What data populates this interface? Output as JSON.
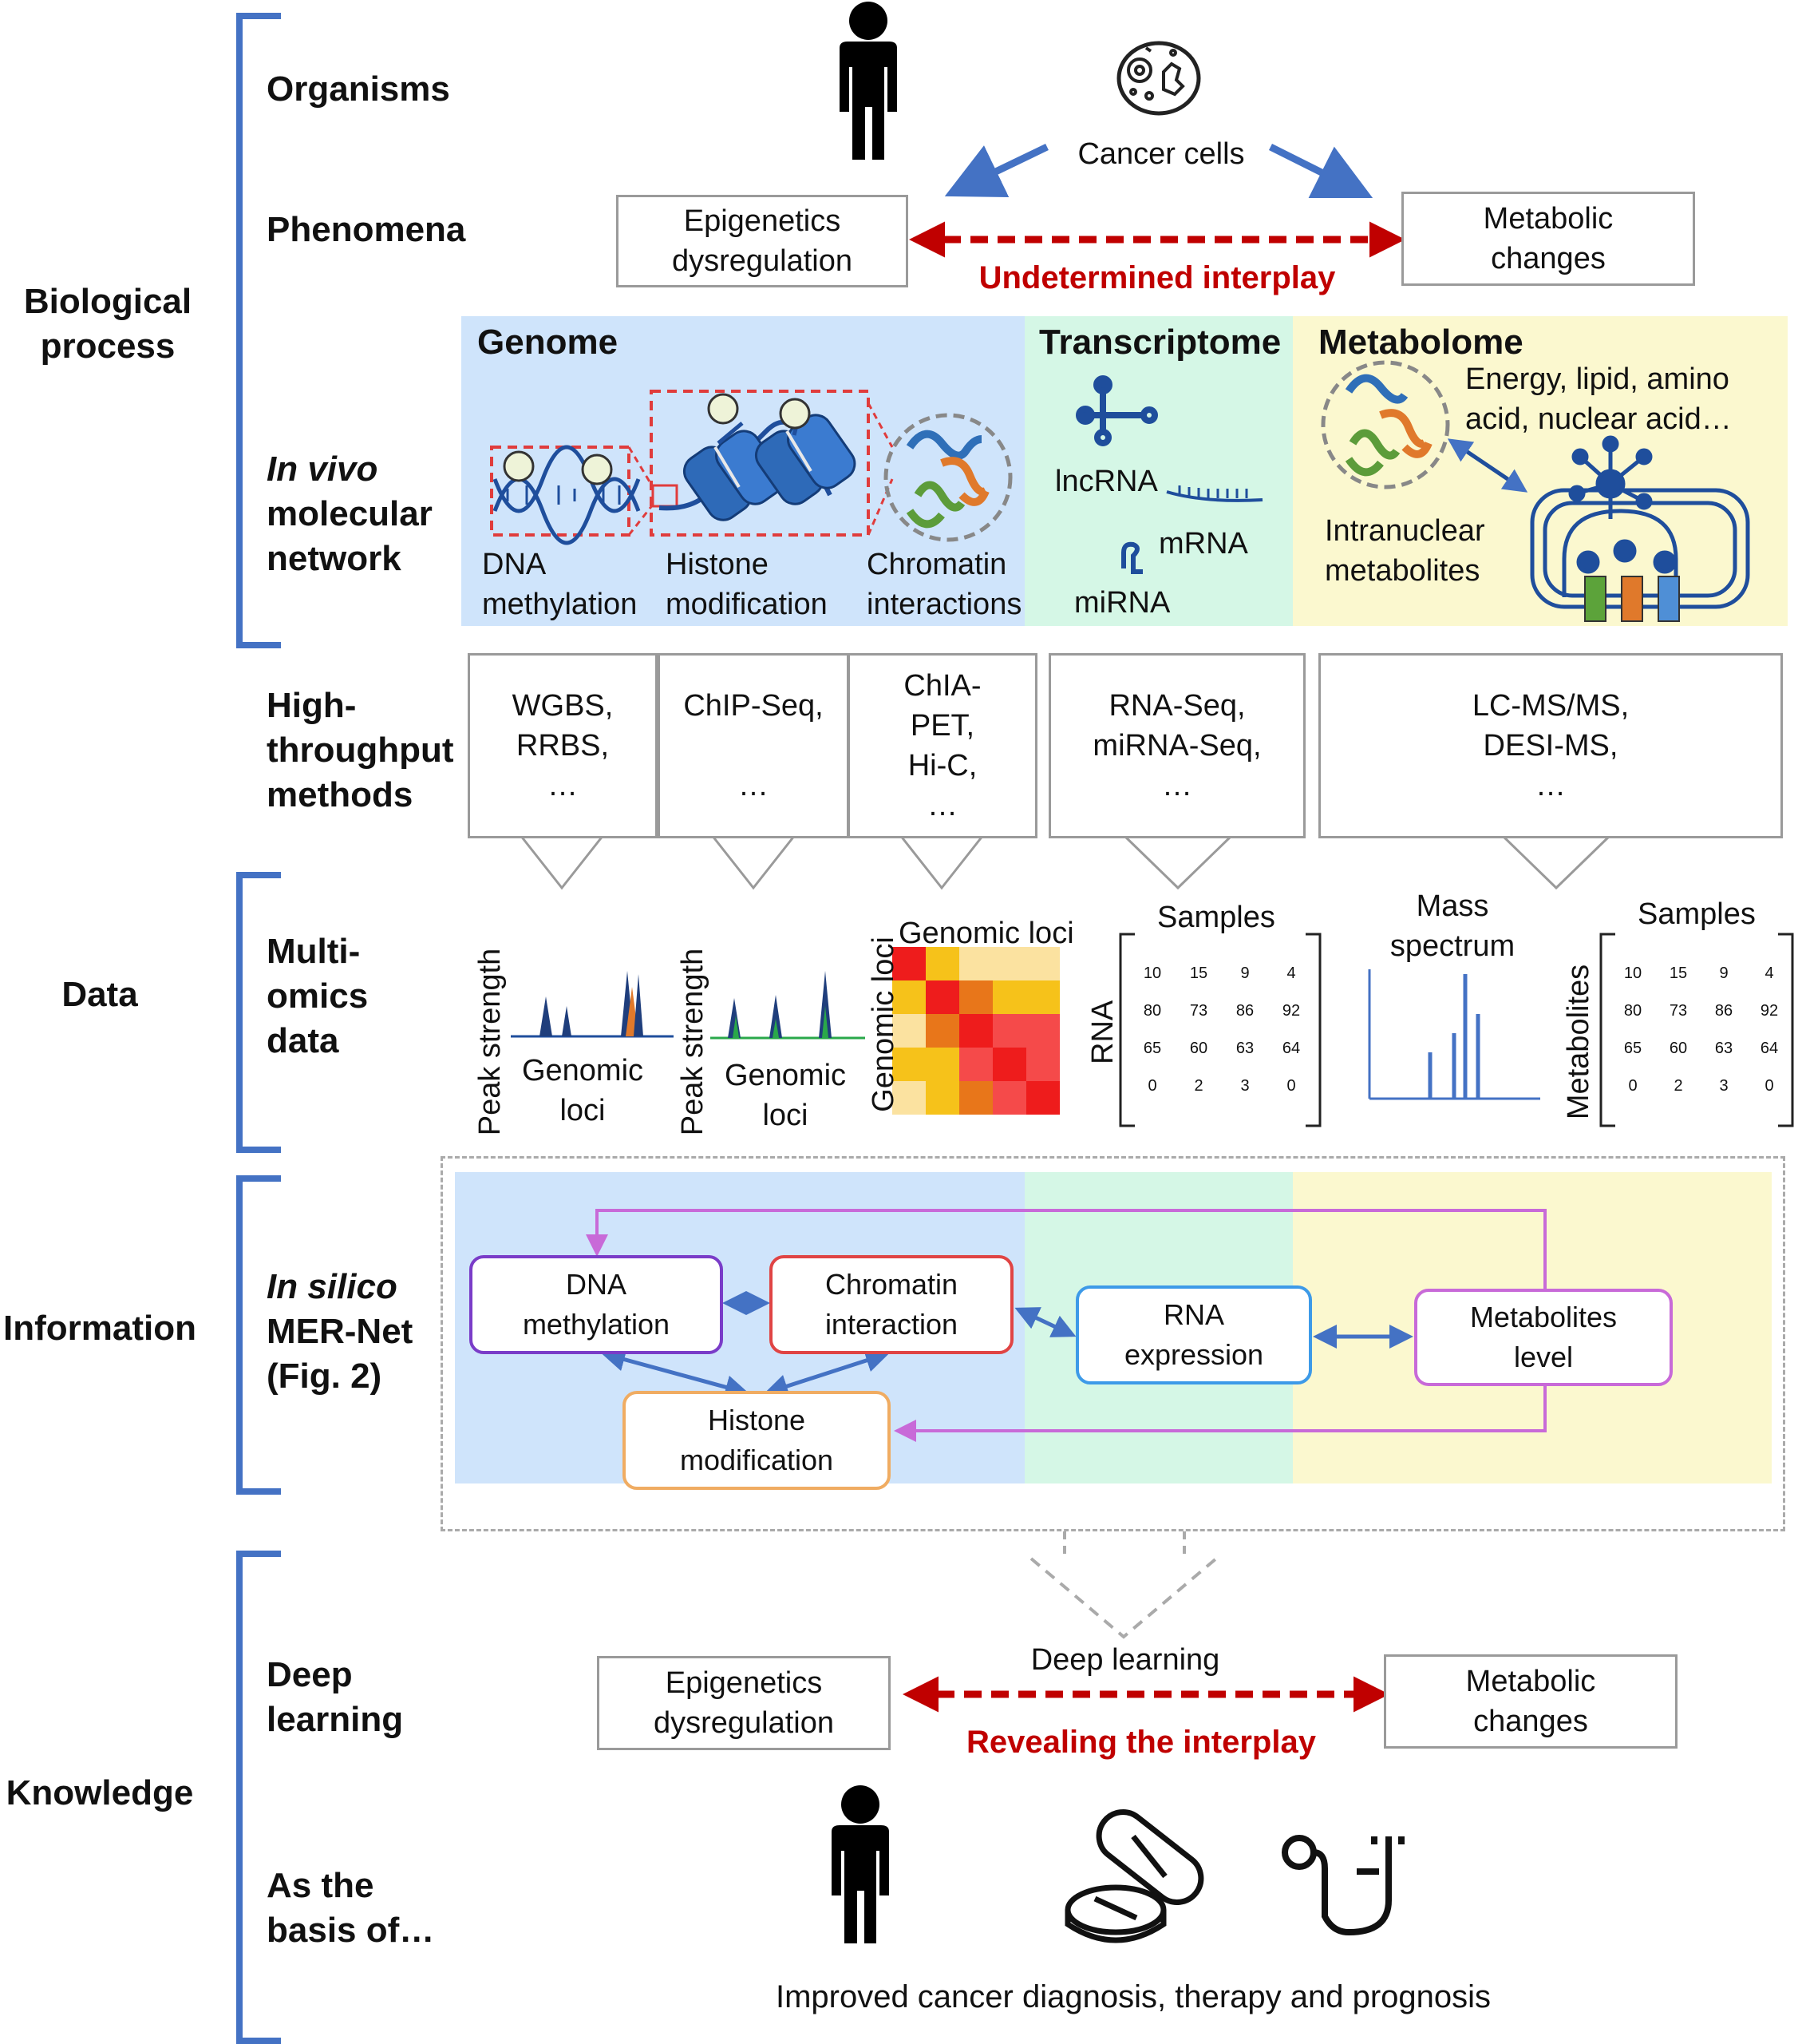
{
  "stages": {
    "biological_line1": "Biological",
    "biological_line2": "process",
    "data": "Data",
    "information": "Information",
    "knowledge": "Knowledge"
  },
  "rows": {
    "organisms": "Organisms",
    "phenomena": "Phenomena",
    "invivo_italic": "In vivo",
    "invivo_line2": "molecular",
    "invivo_line3": "network",
    "ht_line1": "High-",
    "ht_line2": "throughput",
    "ht_line3": "methods",
    "mo_line1": "Multi-",
    "mo_line2": "omics",
    "mo_line3": "data",
    "insilico_italic": "In silico",
    "insilico_line2": "MER-Net",
    "insilico_line3": "(Fig. 2)",
    "dl_line1": "Deep",
    "dl_line2": "learning",
    "basis_line1": "As the",
    "basis_line2": "basis of…"
  },
  "top": {
    "cancer_cells": "Cancer cells",
    "epi_line1": "Epigenetics",
    "epi_line2": "dysregulation",
    "meta_line1": "Metabolic",
    "meta_line2": "changes",
    "undetermined": "Undetermined interplay"
  },
  "panels": {
    "genome": "Genome",
    "transcriptome": "Transcriptome",
    "metabolome": "Metabolome",
    "dna_line1": "DNA",
    "dna_line2": "methylation",
    "histone_line1": "Histone",
    "histone_line2": "modification",
    "chromatin_line1": "Chromatin",
    "chromatin_line2": "interactions",
    "lncrna": "lncRNA",
    "mrna": "mRNA",
    "mirna": "miRNA",
    "energy_line1": "Energy, lipid, amino",
    "energy_line2": "acid, nuclear acid…",
    "intranuclear_line1": "Intranuclear",
    "intranuclear_line2": "metabolites"
  },
  "methods": {
    "wgbs_line1": "WGBS,",
    "wgbs_line2": "RRBS,",
    "wgbs_line3": "…",
    "chip_line1": "ChIP-Seq,",
    "chip_line2": "…",
    "chia_line1": "ChIA-",
    "chia_line2": "PET,",
    "chia_line3": "Hi-C,",
    "chia_line4": "…",
    "rna_line1": "RNA-Seq,",
    "rna_line2": "miRNA-Seq,",
    "rna_line3": "…",
    "lc_line1": "LC-MS/MS,",
    "lc_line2": "DESI-MS,",
    "lc_line3": "…"
  },
  "datablock": {
    "peak_strength": "Peak strength",
    "genomic_loci_line1": "Genomic",
    "genomic_loci_line2": "loci",
    "genomic_loci": "Genomic loci",
    "samples": "Samples",
    "rna": "RNA",
    "mass_line1": "Mass",
    "mass_line2": "spectrum",
    "metabolites": "Metabolites",
    "matrix": [
      [
        "10",
        "15",
        "9",
        "4"
      ],
      [
        "80",
        "73",
        "86",
        "92"
      ],
      [
        "65",
        "60",
        "63",
        "64"
      ],
      [
        "0",
        "2",
        "3",
        "0"
      ]
    ]
  },
  "network": {
    "dna_line1": "DNA",
    "dna_line2": "methylation",
    "chrom_line1": "Chromatin",
    "chrom_line2": "interaction",
    "hist_line1": "Histone",
    "hist_line2": "modification",
    "rna_line1": "RNA",
    "rna_line2": "expression",
    "met_line1": "Metabolites",
    "met_line2": "level"
  },
  "bottom": {
    "deep_learning": "Deep learning",
    "epi_line1": "Epigenetics",
    "epi_line2": "dysregulation",
    "meta_line1": "Metabolic",
    "meta_line2": "changes",
    "revealing": "Revealing the interplay",
    "improved": "Improved cancer diagnosis, therapy and prognosis"
  },
  "colors": {
    "bracket": "#4472c4",
    "genome_bg": "#cfe4fb",
    "transcriptome_bg": "#d5f7e6",
    "metabolome_bg": "#fbf8cf",
    "interplay_red": "#c00000",
    "purple_edge": "#c86ad8",
    "arrow_blue": "#4472c4"
  },
  "icons": [
    "person-icon",
    "cancer-cell-icon",
    "dna-helix-icon",
    "nucleosome-icon",
    "chromatin-blob-icon",
    "rna-icon",
    "metabolite-molecule-icon",
    "nucleus-icon",
    "pill-icon",
    "stethoscope-icon"
  ]
}
